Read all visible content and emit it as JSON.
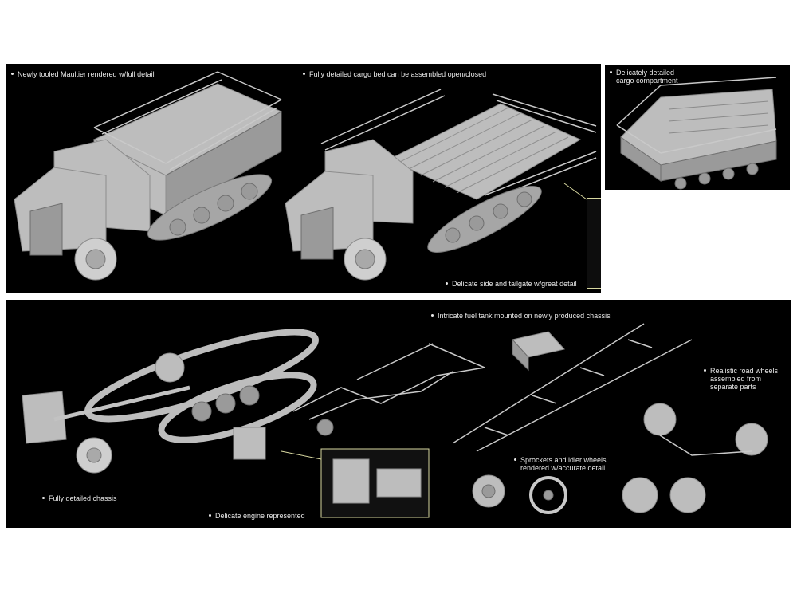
{
  "top_panel": {
    "captions": [
      "Newly tooled Maultier rendered w/full detail",
      "Fully detailed cargo bed can be assembled open/closed",
      "Delicate side and tailgate w/great detail"
    ]
  },
  "top_right_inset": {
    "caption_line1": "Delicately detailed",
    "caption_line2": "cargo compartment"
  },
  "bottom_panel": {
    "captions": [
      "Intricate fuel tank mounted on newly produced chassis",
      "Fully detailed chassis",
      "Delicate engine represented",
      "Sprockets and idler wheels",
      "rendered w/accurate detail",
      "Realistic road wheels",
      "assembled from",
      "separate parts"
    ]
  }
}
